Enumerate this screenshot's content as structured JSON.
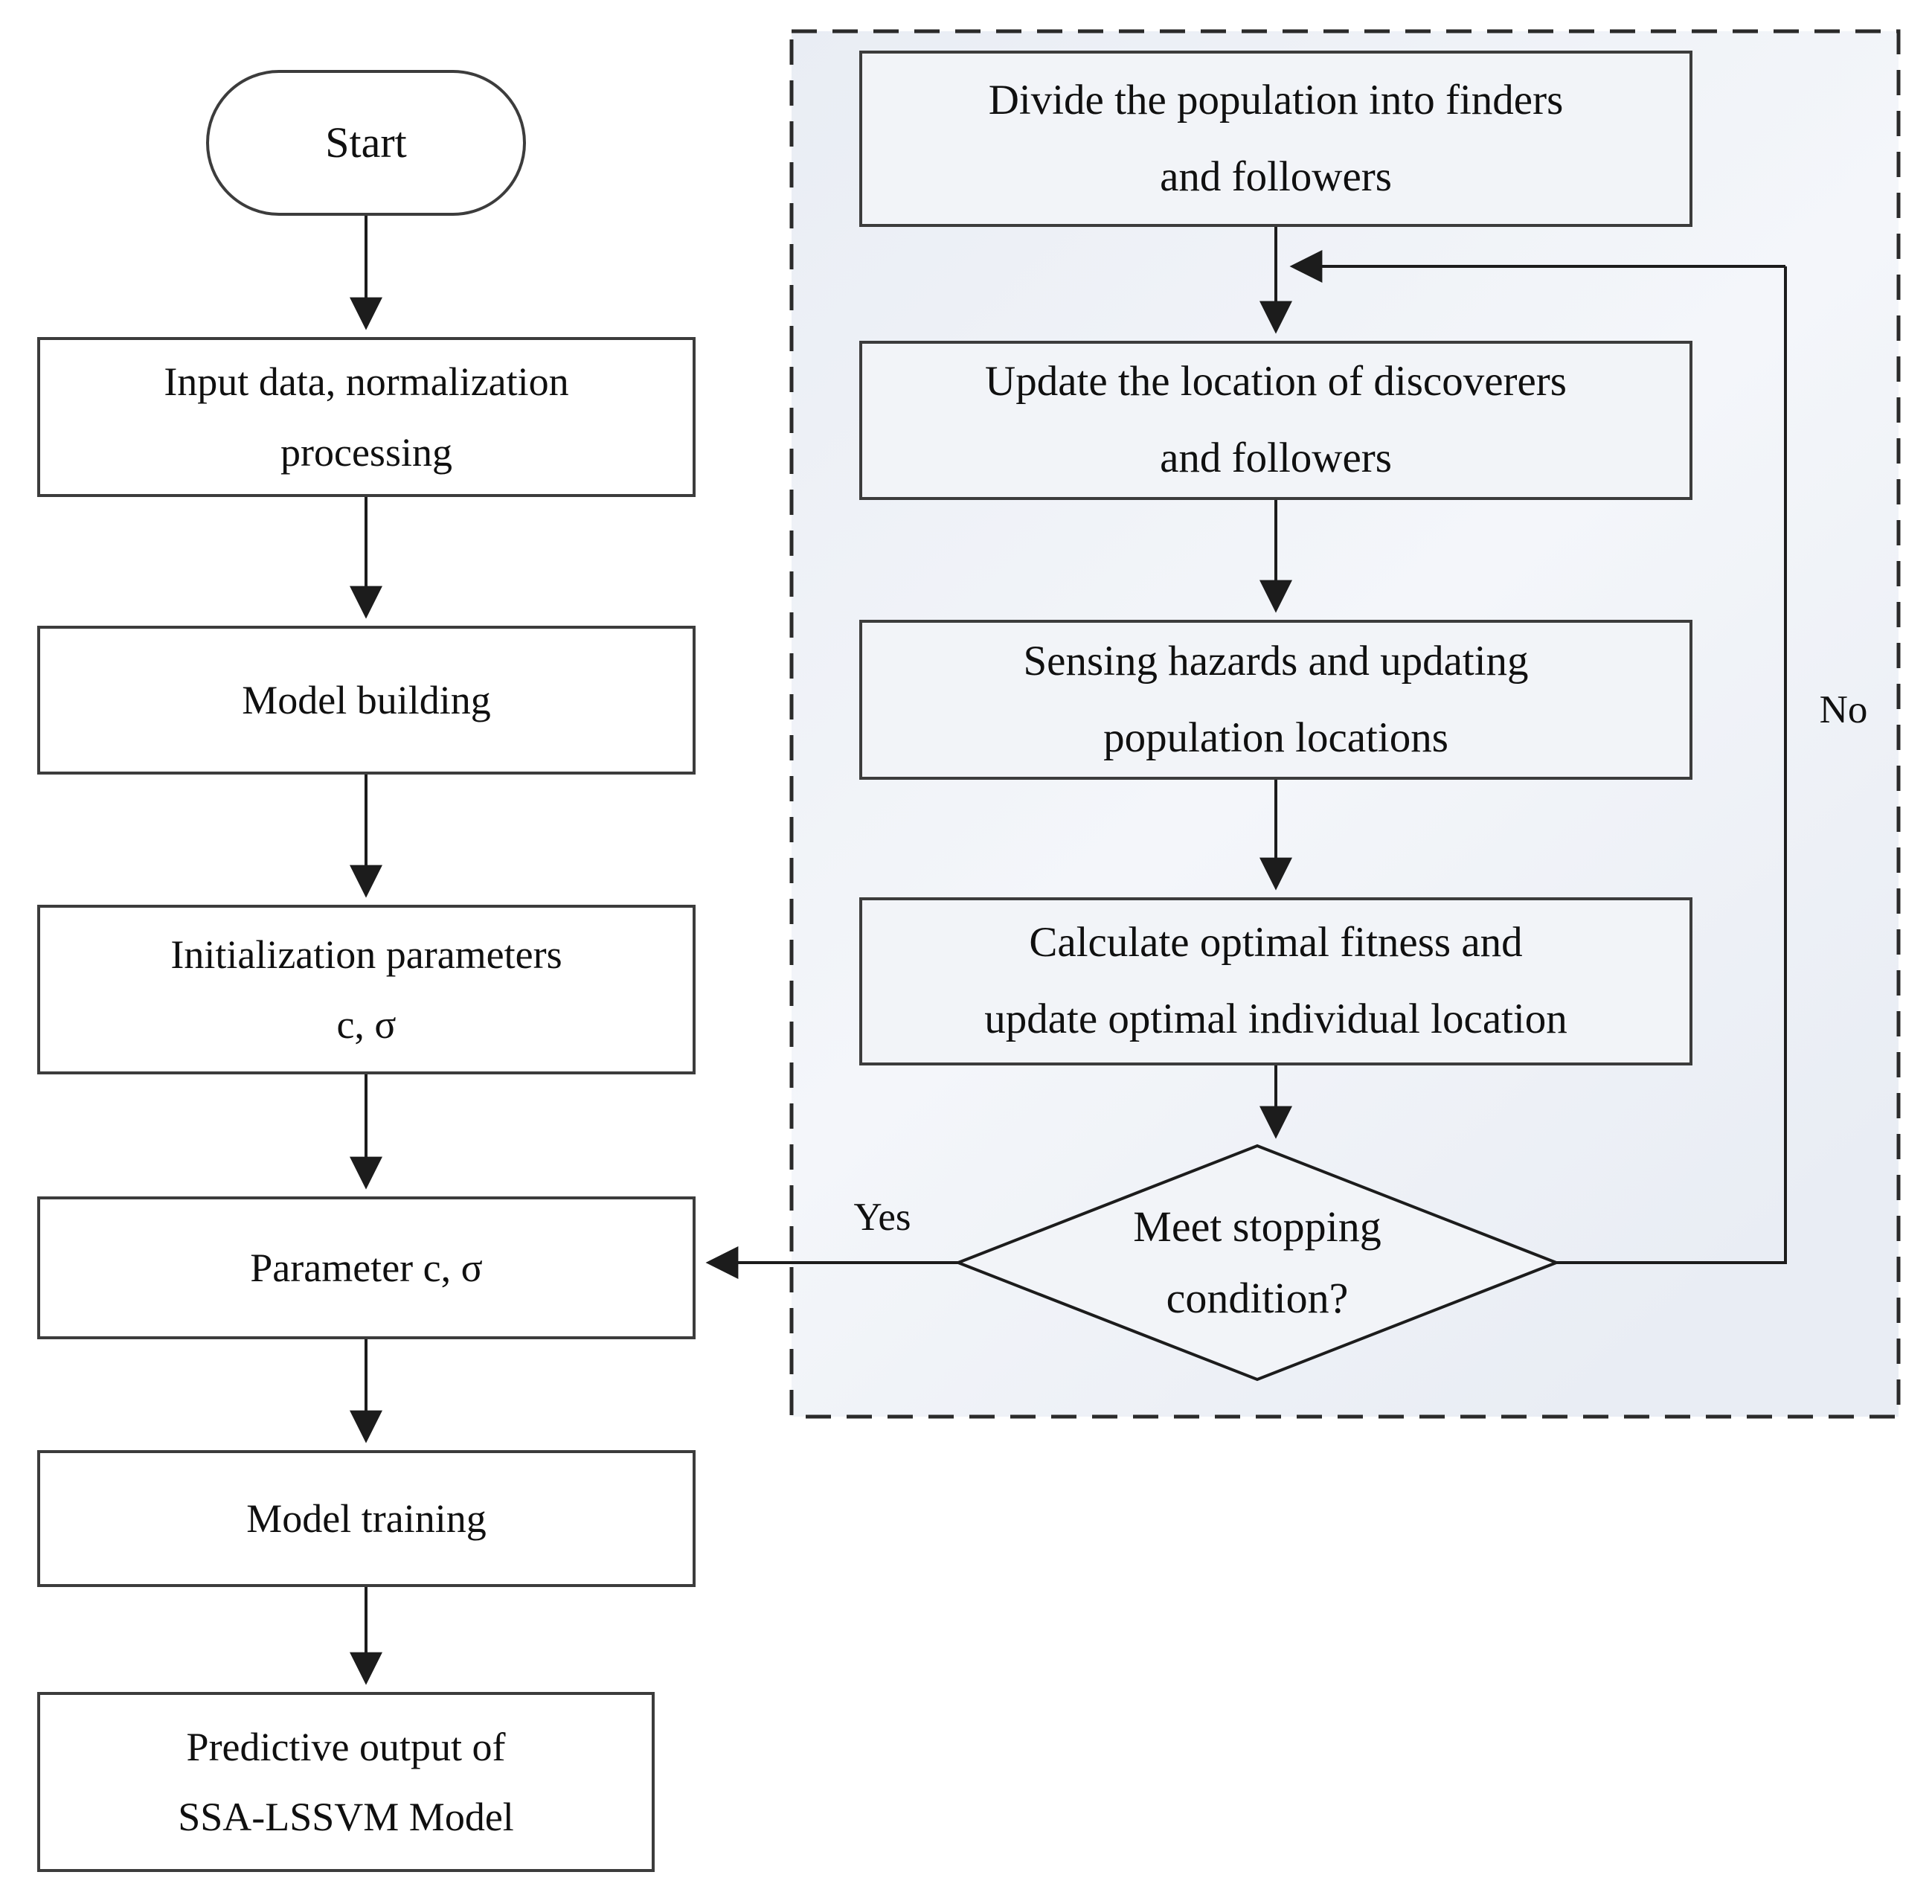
{
  "flowchart": {
    "start": {
      "label": "Start"
    },
    "left_nodes": [
      {
        "lines": [
          "Input data, normalization",
          "processing"
        ]
      },
      {
        "lines": [
          "Model building"
        ]
      },
      {
        "lines": [
          "Initialization parameters",
          "c, σ"
        ]
      },
      {
        "lines": [
          "Parameter c, σ"
        ]
      },
      {
        "lines": [
          "Model training"
        ]
      },
      {
        "lines": [
          "Predictive output of",
          "SSA-LSSVM Model"
        ]
      }
    ],
    "loop_nodes": [
      {
        "lines": [
          "Divide the population into finders",
          "and followers"
        ]
      },
      {
        "lines": [
          "Update the location of discoverers",
          "and followers"
        ]
      },
      {
        "lines": [
          "Sensing hazards and updating",
          "population locations"
        ]
      },
      {
        "lines": [
          "Calculate optimal fitness and",
          "update optimal individual location"
        ]
      }
    ],
    "decision": {
      "lines": [
        "Meet stopping",
        "condition?"
      ]
    },
    "edge_labels": {
      "yes": "Yes",
      "no": "No"
    },
    "colors": {
      "line": "#1c1c1c",
      "border": "#3c3c3c",
      "text": "#101010",
      "left_fill": "#ffffff",
      "loop_fill": "#f2f4f8",
      "loop_bg_a": "#e9edf4",
      "loop_bg_b": "#f4f6fa",
      "dash": "#2a2a2a",
      "page_bg": "#ffffff"
    }
  }
}
